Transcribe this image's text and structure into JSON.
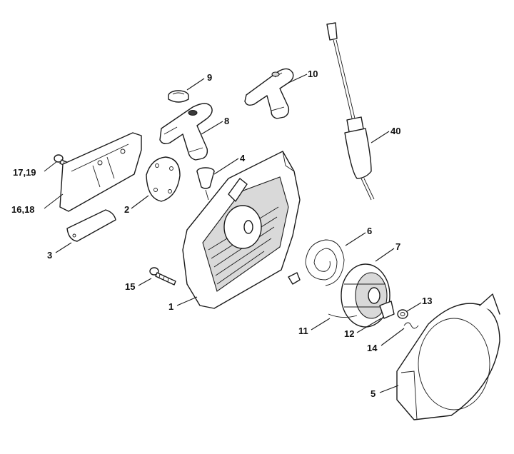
{
  "callouts": [
    {
      "id": "c9",
      "label": "9"
    },
    {
      "id": "c10",
      "label": "10"
    },
    {
      "id": "c8",
      "label": "8"
    },
    {
      "id": "c40",
      "label": "40"
    },
    {
      "id": "c1719",
      "label": "17,19"
    },
    {
      "id": "c4",
      "label": "4"
    },
    {
      "id": "c1618",
      "label": "16,18"
    },
    {
      "id": "c2",
      "label": "2"
    },
    {
      "id": "c6",
      "label": "6"
    },
    {
      "id": "c3",
      "label": "3"
    },
    {
      "id": "c7",
      "label": "7"
    },
    {
      "id": "c15",
      "label": "15"
    },
    {
      "id": "c13",
      "label": "13"
    },
    {
      "id": "c1",
      "label": "1"
    },
    {
      "id": "c11",
      "label": "11"
    },
    {
      "id": "c12",
      "label": "12"
    },
    {
      "id": "c14",
      "label": "14"
    },
    {
      "id": "c5",
      "label": "5"
    }
  ]
}
